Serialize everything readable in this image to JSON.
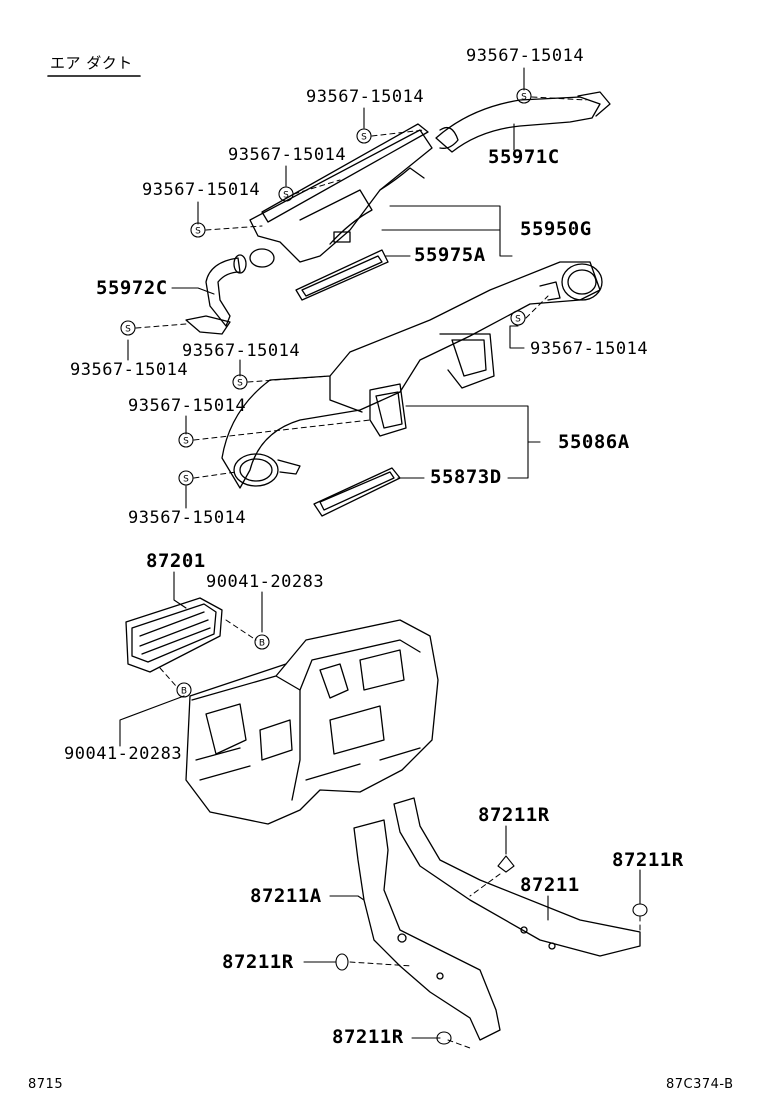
{
  "section_title": "エア ダクト",
  "footer": {
    "page_code": "8715",
    "figure_id": "87C374-B"
  },
  "callouts": {
    "clip_1": "93567-15014",
    "clip_2": "93567-15014",
    "clip_3": "93567-15014",
    "clip_4": "93567-15014",
    "clip_5": "93567-15014",
    "clip_6": "93567-15014",
    "clip_7": "93567-15014",
    "clip_8": "93567-15014",
    "clip_9": "93567-15014",
    "duct_55971c": "55971C",
    "duct_55950g": "55950G",
    "gasket_55975a": "55975A",
    "duct_55972c": "55972C",
    "duct_55086a": "55086A",
    "gasket_55873d": "55873D",
    "filter_87201": "87201",
    "screw_1": "90041-20283",
    "screw_2": "90041-20283",
    "duct_87211r_1": "87211R",
    "duct_87211": "87211",
    "duct_87211r_2": "87211R",
    "duct_87211a": "87211A",
    "duct_87211r_3": "87211R",
    "duct_87211r_4": "87211R"
  },
  "symbols": {
    "clip_symbol": "S",
    "screw_symbol": "B"
  }
}
